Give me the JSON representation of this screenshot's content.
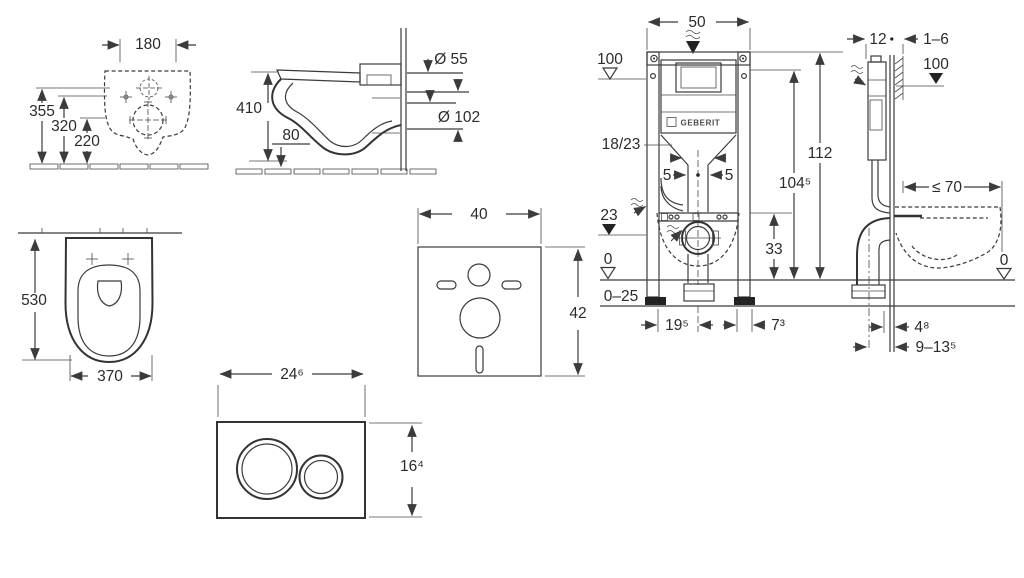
{
  "colors": {
    "background": "#ffffff",
    "line": "#3b3b3b",
    "text": "#2b2b2b"
  },
  "views": {
    "wc_rear": {
      "bolt_spacing": "180",
      "height_top": "355",
      "height_mid": "320",
      "height_low": "220"
    },
    "wc_side": {
      "height": "410",
      "recess": "80",
      "flush_pipe_dia": "Ø 55",
      "outlet_dia": "Ø 102"
    },
    "wc_plan": {
      "depth": "530",
      "width": "370"
    },
    "insulation_mat": {
      "width": "40",
      "height": "42"
    },
    "actuator_plate": {
      "width": "24⁶",
      "height": "16⁴"
    },
    "frame_front": {
      "width": "50",
      "meter_mark": "100",
      "rail_depth": "18/23",
      "offset_left": "5",
      "offset_right": "5",
      "supply_height": "23",
      "zero_mark": "0",
      "screed": "0–25",
      "height_total": "112",
      "height_upper_ref": "104⁵",
      "outlet_height": "33",
      "leg_span": "19⁵",
      "leg_side": "7³",
      "brand": "GEBERIT"
    },
    "frame_side": {
      "frame_depth": "12",
      "lining_range": "1–6",
      "meter_mark": "100",
      "bowl_depth_max": "≤ 70",
      "zero_mark": "0",
      "wall_offset": "4⁸",
      "outlet_range": "9–13⁵"
    }
  }
}
